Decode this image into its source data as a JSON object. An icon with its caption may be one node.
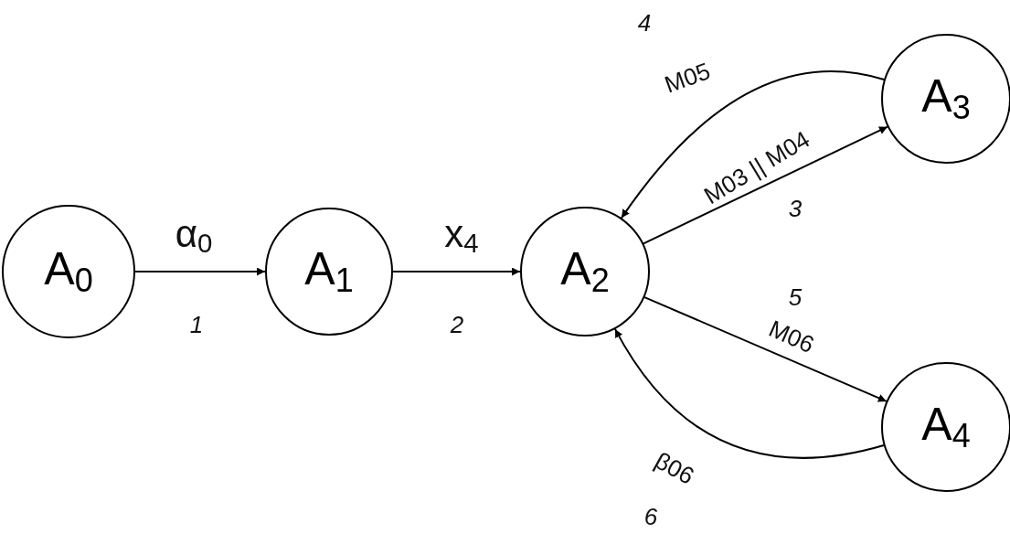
{
  "diagram": {
    "nodes": [
      {
        "text": [
          "A$_{0}$"
        ]
      },
      {
        "text": [
          "A$_{1}$"
        ]
      },
      {
        "text": [
          "A$_{2}$"
        ]
      },
      {
        "text": [
          "A$_{3}$"
        ]
      },
      {
        "text": [
          "A$_{4}$"
        ]
      }
    ],
    "edges": [
      {
        "from": 0,
        "to": 1,
        "arrow": "to",
        "label": "α$_{0}$"
      },
      {
        "from": 1,
        "to": 2,
        "arrow": "to",
        "label": "x$_{4}$"
      },
      {
        "from": 2,
        "to": 3,
        "arrow": "to",
        "label": "M03 || M04"
      },
      {
        "from": 3,
        "to": 2,
        "arrow": "to",
        "label": "M05"
      },
      {
        "from": 2,
        "to": 4,
        "arrow": "to",
        "label": "M06"
      },
      {
        "from": 4,
        "to": 2,
        "arrow": "to",
        "label": "β06"
      }
    ],
    "labels": [
      "4",
      "3",
      "1",
      "2",
      "5",
      "6"
    ]
  }
}
